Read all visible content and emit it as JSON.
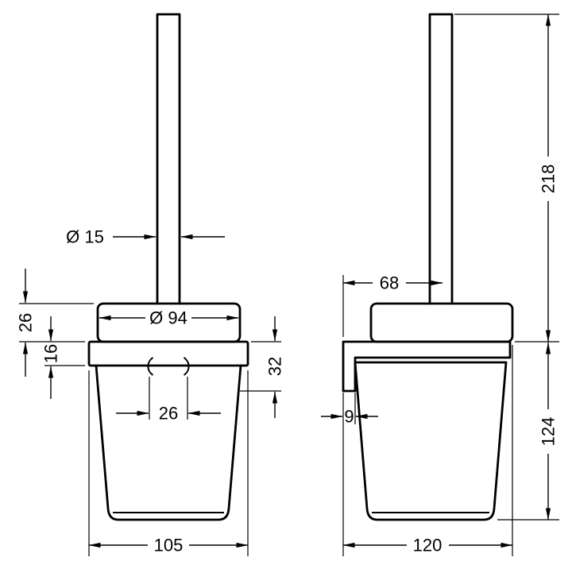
{
  "drawing": {
    "title": "toilet-brush-holder-dimension-drawing",
    "ink_color": "#000000",
    "background_color": "#ffffff",
    "dimensions": {
      "rod_diameter": "Ø 15",
      "lid_diameter": "Ø 94",
      "lid_height": "26",
      "plate_height": "16",
      "rim_offset": "32",
      "opening_width": "26",
      "overall_width": "105",
      "overall_height": "218",
      "wall_to_handle": "68",
      "bracket_thickness": "9",
      "cup_height": "124",
      "overall_depth": "120"
    }
  }
}
